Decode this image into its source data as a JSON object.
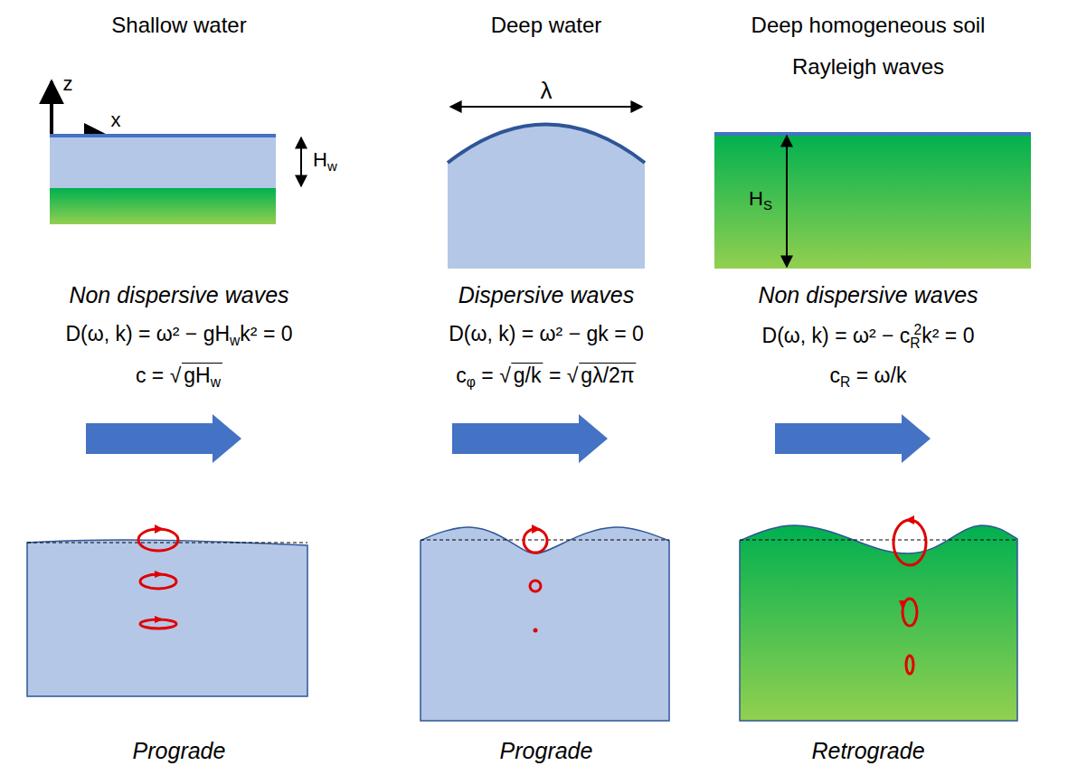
{
  "diagram": {
    "labels": [
      "Shallow water",
      "Deep water",
      "Deep homogeneous soil",
      "Rayleigh waves",
      "z",
      "x",
      "H",
      "w",
      "λ",
      "H",
      "S",
      "Non dispersive waves",
      "Dispersive waves",
      "Non dispersive waves",
      "D(ω, k) = ω² − gH",
      "w",
      "k² = 0",
      "c = √",
      "gH",
      "w",
      "D(ω, k) = ω² − gk = 0",
      "c",
      "φ",
      " = √",
      "g/k",
      " = √",
      "gλ/2π",
      "D(ω, k) = ω² − c",
      "R",
      "2",
      "k² = 0",
      "c",
      "R",
      " = ω/k",
      "Prograde",
      "Prograde",
      "Retrograde"
    ]
  }
}
